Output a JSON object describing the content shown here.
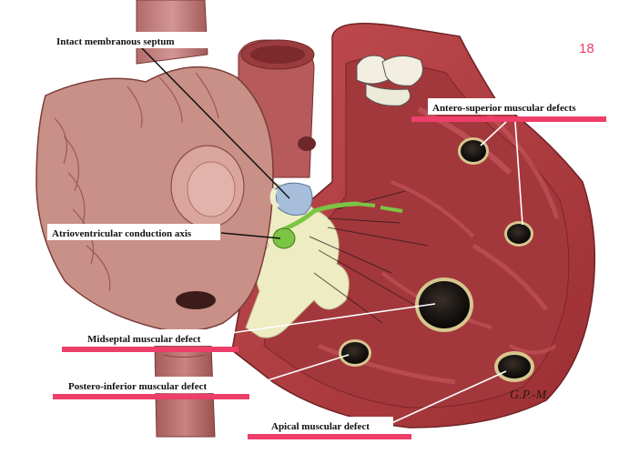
{
  "slide_number": "18",
  "signature": "G.P.-M.",
  "colors": {
    "accent": "#ee3e6a",
    "muscle_red": "#b8454a",
    "muscle_dark": "#8c2a2e",
    "vessel_pink": "#c77c7a",
    "atrium_pink": "#c99088",
    "tissue_cream": "#eeecc2",
    "septum_blue": "#a7bedb",
    "conduction_green": "#7cc444",
    "defect_dark": "#1b1612",
    "defect_rim": "#d7c68f"
  },
  "labels": {
    "intact_membranous_septum": "Intact membranous septum",
    "antero_superior": "Antero-superior muscular defects",
    "av_conduction_axis": "Atrioventricular  conduction axis",
    "midseptal": "Midseptal muscular defect",
    "postero_inferior": "Postero-inferior  muscular defect",
    "apical": "Apical muscular defect"
  }
}
